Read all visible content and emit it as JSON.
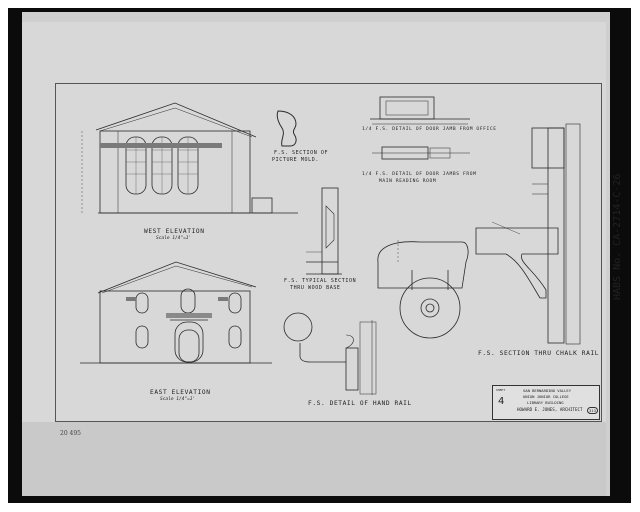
{
  "drawing": {
    "west_elevation": {
      "title": "WEST ELEVATION",
      "scale": "Scale 1/4\"=1'"
    },
    "east_elevation": {
      "title": "EAST ELEVATION",
      "scale": "Scale 1/4\"=1'"
    },
    "picture_mold": {
      "title": "F.S. SECTION OF",
      "title2": "PICTURE MOLD."
    },
    "door_jamb_office": {
      "title": "1/4 F.S. DETAIL OF DOOR JAMB FROM OFFICE"
    },
    "door_jamb_reading": {
      "title": "1/4 F.S. DETAIL OF DOOR JAMBS FROM",
      "title2": "MAIN READING ROOM"
    },
    "wood_base": {
      "title": "F.S. TYPICAL SECTION",
      "title2": "THRU WOOD BASE"
    },
    "hand_rail": {
      "title": "F.S. DETAIL OF HAND RAIL"
    },
    "chalk_rail": {
      "title": "F.S. SECTION THRU CHALK RAIL"
    }
  },
  "title_block": {
    "sheet_label": "SHEET",
    "sheet_number": "4",
    "line1": "SAN BERNARDINO VALLEY",
    "line2": "UNION JUNIOR COLLEGE",
    "line3": "LIBRARY BUILDING",
    "architect": "HOWARD E. JONES, ARCHITECT",
    "number": "313"
  },
  "archive_id": "HABS No. CA-2714-C-26",
  "handwritten": "20 495"
}
